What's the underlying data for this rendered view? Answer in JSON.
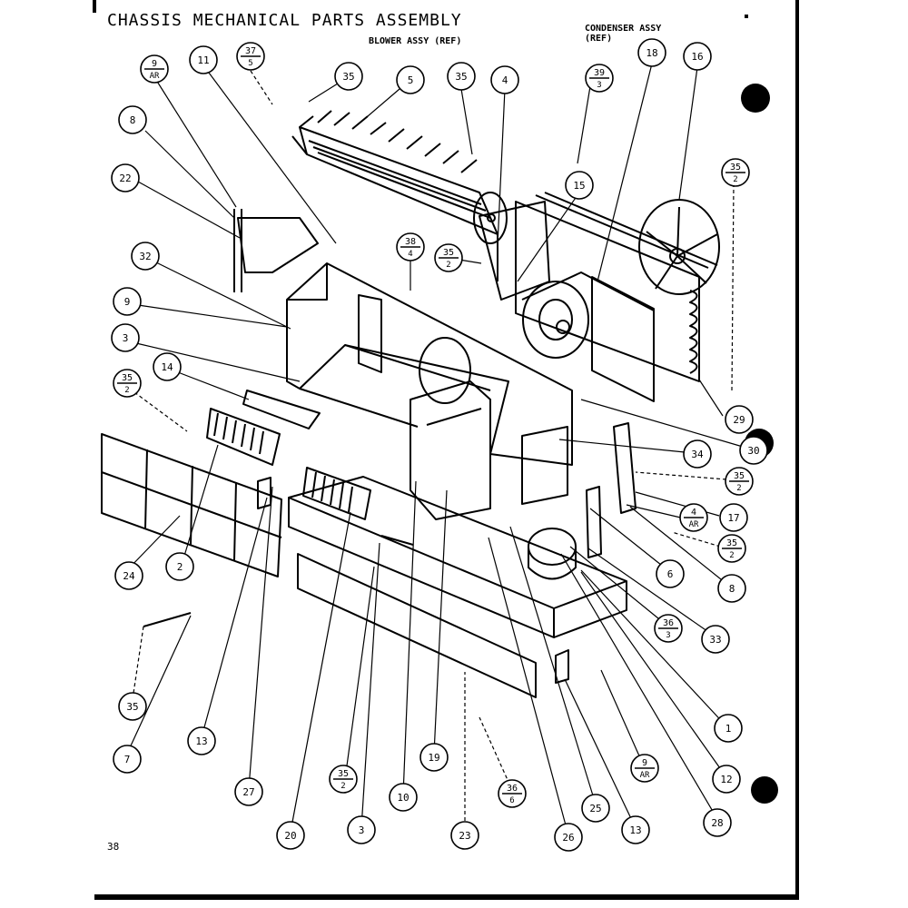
{
  "header": {
    "title": "CHASSIS MECHANICAL PARTS ASSEMBLY",
    "blower_ref": "BLOWER ASSY (REF)",
    "condenser_ref_line1": "CONDENSER ASSY",
    "condenser_ref_line2": "(REF)"
  },
  "footer": {
    "page_number": "38"
  },
  "callouts": [
    {
      "id": "c-9ar-top",
      "text": "9",
      "sub": "AR"
    },
    {
      "id": "c-11",
      "text": "11"
    },
    {
      "id": "c-37-5",
      "text": "37",
      "sub": "5"
    },
    {
      "id": "c-35-a",
      "text": "35"
    },
    {
      "id": "c-5",
      "text": "5"
    },
    {
      "id": "c-35-b",
      "text": "35"
    },
    {
      "id": "c-4",
      "text": "4"
    },
    {
      "id": "c-39-3",
      "text": "39",
      "sub": "3"
    },
    {
      "id": "c-18",
      "text": "18"
    },
    {
      "id": "c-16",
      "text": "16"
    },
    {
      "id": "c-8-top",
      "text": "8"
    },
    {
      "id": "c-22",
      "text": "22"
    },
    {
      "id": "c-15",
      "text": "15"
    },
    {
      "id": "c-35-2-right",
      "text": "35",
      "sub": "2"
    },
    {
      "id": "c-38-4",
      "text": "38",
      "sub": "4"
    },
    {
      "id": "c-35-2-mid",
      "text": "35",
      "sub": "2"
    },
    {
      "id": "c-32",
      "text": "32"
    },
    {
      "id": "c-9",
      "text": "9"
    },
    {
      "id": "c-3-left",
      "text": "3"
    },
    {
      "id": "c-14",
      "text": "14"
    },
    {
      "id": "c-35-2-left",
      "text": "35",
      "sub": "2"
    },
    {
      "id": "c-29",
      "text": "29"
    },
    {
      "id": "c-30",
      "text": "30"
    },
    {
      "id": "c-34",
      "text": "34"
    },
    {
      "id": "c-35-2-r2",
      "text": "35",
      "sub": "2"
    },
    {
      "id": "c-17",
      "text": "17"
    },
    {
      "id": "c-4-ar",
      "text": "4",
      "sub": "AR"
    },
    {
      "id": "c-35-2-r3",
      "text": "35",
      "sub": "2"
    },
    {
      "id": "c-24",
      "text": "24"
    },
    {
      "id": "c-2",
      "text": "2"
    },
    {
      "id": "c-6",
      "text": "6"
    },
    {
      "id": "c-8-right",
      "text": "8"
    },
    {
      "id": "c-36-3",
      "text": "36",
      "sub": "3"
    },
    {
      "id": "c-33",
      "text": "33"
    },
    {
      "id": "c-35-bottom",
      "text": "35"
    },
    {
      "id": "c-1",
      "text": "1"
    },
    {
      "id": "c-7",
      "text": "7"
    },
    {
      "id": "c-13-left",
      "text": "13"
    },
    {
      "id": "c-9ar-bottom",
      "text": "9",
      "sub": "AR"
    },
    {
      "id": "c-12",
      "text": "12"
    },
    {
      "id": "c-35-2-bottom",
      "text": "35",
      "sub": "2"
    },
    {
      "id": "c-19",
      "text": "19"
    },
    {
      "id": "c-36-6",
      "text": "36",
      "sub": "6"
    },
    {
      "id": "c-27",
      "text": "27"
    },
    {
      "id": "c-10",
      "text": "10"
    },
    {
      "id": "c-25",
      "text": "25"
    },
    {
      "id": "c-28",
      "text": "28"
    },
    {
      "id": "c-20",
      "text": "20"
    },
    {
      "id": "c-3-bottom",
      "text": "3"
    },
    {
      "id": "c-23",
      "text": "23"
    },
    {
      "id": "c-26",
      "text": "26"
    },
    {
      "id": "c-13-bottom",
      "text": "13"
    }
  ]
}
